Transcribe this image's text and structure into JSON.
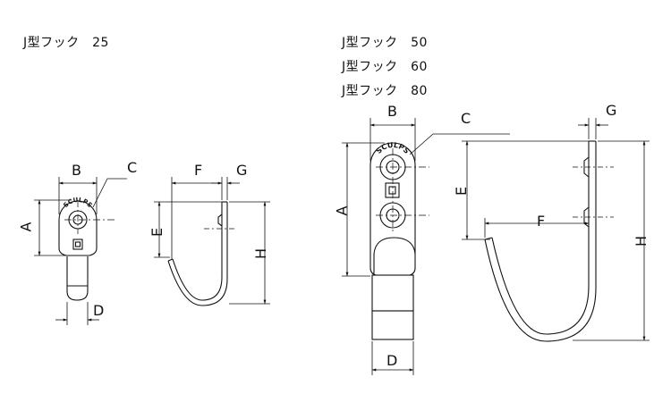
{
  "labels": {
    "model_25": "J型フック　25",
    "model_50": "J型フック　50",
    "model_60": "J型フック　60",
    "model_80": "J型フック　80"
  },
  "dims": {
    "A": "A",
    "B": "B",
    "C": "C",
    "D": "D",
    "E": "E",
    "F": "F",
    "G": "G",
    "H": "H"
  },
  "emboss": "SCULPS",
  "colors": {
    "line": "#111111",
    "fill": "#ffffff"
  }
}
